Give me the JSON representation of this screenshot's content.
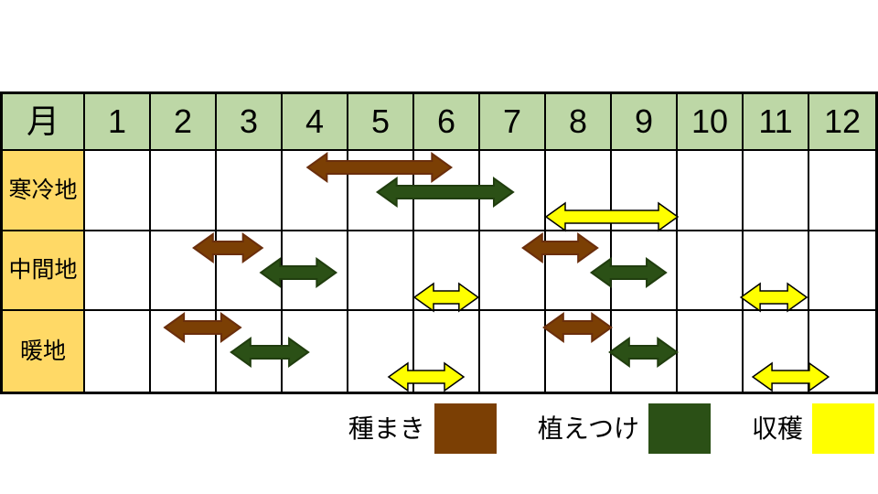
{
  "colors": {
    "header_bg": "#BDD7A6",
    "label_bg": "#FFD966",
    "grid_line": "#000000",
    "sowing_fill": "#7B3F04",
    "sowing_stroke": "#6A2E0C",
    "planting_fill": "#2B5016",
    "planting_stroke": "#203D0E",
    "harvest_fill": "#FFFF00",
    "harvest_stroke": "#000000"
  },
  "chart_data": {
    "type": "table",
    "title": "",
    "corner_label": "月",
    "categories": [
      "1",
      "2",
      "3",
      "4",
      "5",
      "6",
      "7",
      "8",
      "9",
      "10",
      "11",
      "12"
    ],
    "unit": "month",
    "legend": [
      {
        "label": "種まき",
        "type": "sowing"
      },
      {
        "label": "植えつけ",
        "type": "planting"
      },
      {
        "label": "収穫",
        "type": "harvest"
      }
    ],
    "rows": [
      {
        "label": "寒冷地",
        "activities": [
          {
            "type": "sowing",
            "from": 4.38,
            "to": 6.56
          },
          {
            "type": "planting",
            "from": 5.44,
            "to": 7.5
          },
          {
            "type": "harvest",
            "from": 8.0,
            "to": 10.0
          }
        ]
      },
      {
        "label": "中間地",
        "activities": [
          {
            "type": "sowing",
            "from": 2.65,
            "to": 3.69
          },
          {
            "type": "planting",
            "from": 3.67,
            "to": 4.81
          },
          {
            "type": "harvest",
            "from": 6.0,
            "to": 6.97
          },
          {
            "type": "sowing",
            "from": 7.65,
            "to": 8.78
          },
          {
            "type": "planting",
            "from": 8.69,
            "to": 9.82
          },
          {
            "type": "harvest",
            "from": 10.96,
            "to": 11.96
          }
        ]
      },
      {
        "label": "暖地",
        "activities": [
          {
            "type": "sowing",
            "from": 2.21,
            "to": 3.36
          },
          {
            "type": "planting",
            "from": 3.22,
            "to": 4.39
          },
          {
            "type": "harvest",
            "from": 5.61,
            "to": 6.75
          },
          {
            "type": "sowing",
            "from": 7.97,
            "to": 8.99
          },
          {
            "type": "planting",
            "from": 8.97,
            "to": 9.99
          },
          {
            "type": "harvest",
            "from": 11.14,
            "to": 12.29
          }
        ]
      }
    ]
  }
}
